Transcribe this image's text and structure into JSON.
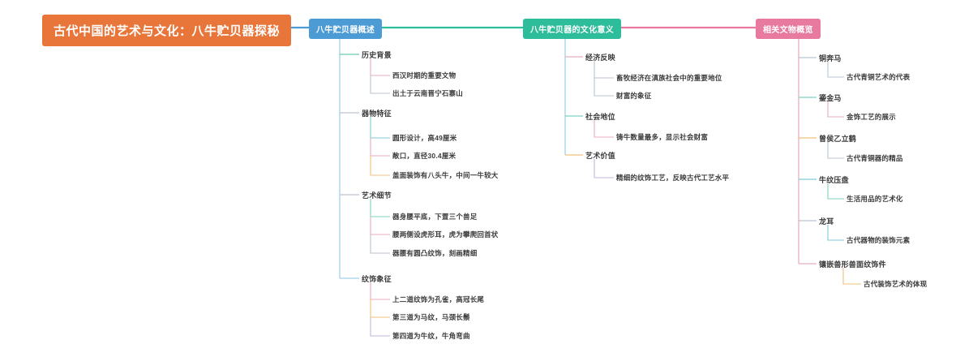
{
  "diagram": {
    "type": "mindmap",
    "title": "古代中国的艺术与文化：八牛贮贝器探秘",
    "colors": {
      "root": "#E8763A",
      "branch_overview": "#4C9BD5",
      "branch_meaning": "#2EBD9A",
      "branch_relics": "#E8799F",
      "text": "#3b3b3b"
    },
    "root": {
      "label": "古代中国的艺术与文化：八牛贮贝器探秘"
    },
    "branches": [
      {
        "label": "八牛贮贝器概述",
        "color": "#4C9BD5",
        "children": [
          {
            "label": "历史背景",
            "children": [
              {
                "label": "西汉时期的重要文物"
              },
              {
                "label": "出土于云南晋宁石寨山"
              }
            ]
          },
          {
            "label": "器物特征",
            "children": [
              {
                "label": "圆形设计，高49厘米"
              },
              {
                "label": "敞口，直径30.4厘米"
              },
              {
                "label": "盖面装饰有八头牛，中间一牛较大"
              }
            ]
          },
          {
            "label": "艺术细节",
            "children": [
              {
                "label": "器身腰平底，下置三个兽足"
              },
              {
                "label": "腰两侧设虎形耳，虎为攀爬回首状"
              },
              {
                "label": "器腰有圆凸纹饰，刻画精细"
              }
            ]
          },
          {
            "label": "纹饰象征",
            "children": [
              {
                "label": "上二道纹饰为孔雀，高冠长尾"
              },
              {
                "label": "第三道为马纹，马颈长鬃"
              },
              {
                "label": "第四道为牛纹，牛角弯曲"
              }
            ]
          }
        ]
      },
      {
        "label": "八牛贮贝器的文化意义",
        "color": "#2EBD9A",
        "children": [
          {
            "label": "经济反映",
            "children": [
              {
                "label": "畜牧经济在滇族社会中的重要地位"
              },
              {
                "label": "财富的象征"
              }
            ]
          },
          {
            "label": "社会地位",
            "children": [
              {
                "label": "铸牛数量最多，显示社会财富"
              }
            ]
          },
          {
            "label": "艺术价值",
            "children": [
              {
                "label": "精细的纹饰工艺，反映古代工艺水平"
              }
            ]
          }
        ]
      },
      {
        "label": "相关文物概览",
        "color": "#E8799F",
        "children": [
          {
            "label": "铜奔马",
            "children": [
              {
                "label": "古代青铜艺术的代表"
              }
            ]
          },
          {
            "label": "鎏金马",
            "children": [
              {
                "label": "金饰工艺的展示"
              }
            ]
          },
          {
            "label": "曾侯乙立鹤",
            "children": [
              {
                "label": "古代青铜器的精品"
              }
            ]
          },
          {
            "label": "牛纹压盘",
            "children": [
              {
                "label": "生活用品的艺术化"
              }
            ]
          },
          {
            "label": "龙耳",
            "children": [
              {
                "label": "古代器物的装饰元素"
              }
            ]
          },
          {
            "label": "镶嵌兽形兽面纹饰件",
            "children": [
              {
                "label": "古代装饰艺术的体现"
              }
            ]
          }
        ]
      }
    ]
  }
}
